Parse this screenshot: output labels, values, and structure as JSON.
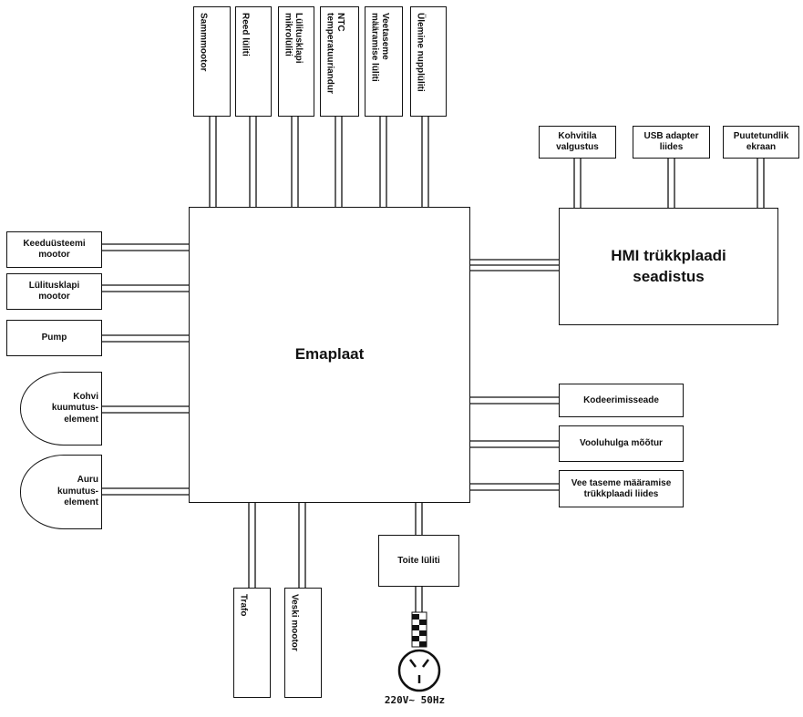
{
  "main_board": {
    "label": "Emaplaat"
  },
  "top_components": [
    {
      "id": "sammmootor",
      "label": "Sammmootor"
    },
    {
      "id": "reed",
      "label": "Reed lüliti"
    },
    {
      "id": "lulitusklapi",
      "label": "Lülitusklapi\nmikrolüliti"
    },
    {
      "id": "ntc",
      "label": "NTC\ntemperatuuriandur"
    },
    {
      "id": "veetaseme",
      "label": "Veetaseme\nmääramise lüliti"
    },
    {
      "id": "ulemine",
      "label": "Ülemine nupplüliti"
    }
  ],
  "hmi": {
    "label": "HMI trükkplaadi\nseadistus",
    "peripherals": [
      {
        "id": "kohvitila",
        "label": "Kohvitila\nvalgustus"
      },
      {
        "id": "usb",
        "label": "USB adapter\nliides"
      },
      {
        "id": "puutetundlik",
        "label": "Puutetundlik\nekraan"
      }
    ]
  },
  "left_components": [
    {
      "id": "keeduusteemi",
      "label": "Keeduüsteemi\nmootor"
    },
    {
      "id": "lulitusklapi-mootor",
      "label": "Lülitusklapi\nmootor"
    },
    {
      "id": "pump",
      "label": "Pump"
    }
  ],
  "heating_elements": [
    {
      "id": "kohvi",
      "label": "Kohvi\nkuumutus-\nelement"
    },
    {
      "id": "auru",
      "label": "Auru\nkumutus-\nelement"
    }
  ],
  "right_components": [
    {
      "id": "kodeerimisseade",
      "label": "Kodeerimisseade"
    },
    {
      "id": "vooluhulga",
      "label": "Vooluhulga mõõtur"
    },
    {
      "id": "vee-taseme",
      "label": "Vee taseme määramise\ntrükkplaadi liides"
    }
  ],
  "bottom_components": [
    {
      "id": "trafo",
      "label": "Trafo"
    },
    {
      "id": "veski",
      "label": "Veski mootor"
    }
  ],
  "power": {
    "switch_label": "Toite lüliti",
    "voltage_label": "220V~ 50Hz"
  }
}
